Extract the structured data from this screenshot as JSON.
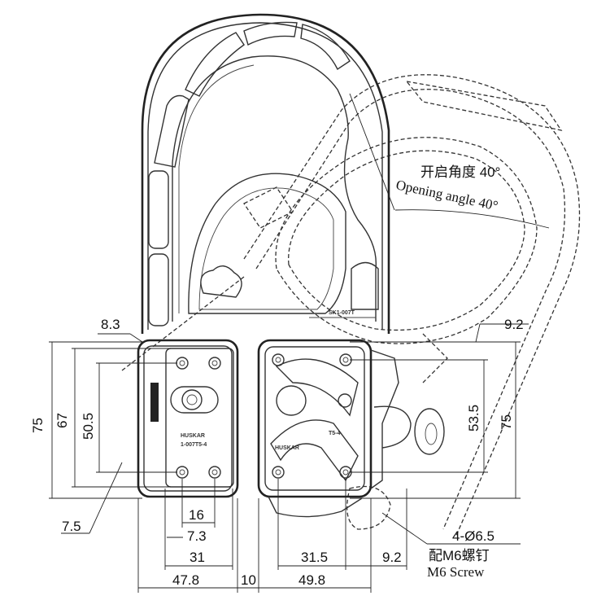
{
  "dimensions": {
    "top_left": "8.3",
    "top_right": "9.2",
    "left_outer": "75",
    "left_mid": "67",
    "left_inner": "50.5",
    "right_inner": "53.5",
    "right_outer": "75",
    "bottom_7_5": "7.5",
    "bottom_16": "16",
    "bottom_7_3": "7.3",
    "bottom_31": "31",
    "bottom_31_5": "31.5",
    "bottom_9_2": "9.2",
    "bottom_47_8": "47.8",
    "bottom_10": "10",
    "bottom_49_8": "49.8"
  },
  "annotations": {
    "opening_angle_cn": "开启角度 40°",
    "opening_angle_en": "Opening angle 40°",
    "hole_spec": "4-Ø6.5",
    "screw_cn": "配M6螺钉",
    "screw_en": "M6 Screw"
  },
  "part_marks": {
    "shackle_mark": "SK1-007T",
    "left_plate_mark": "1-007T5-4",
    "left_brand": "HUSKAR",
    "right_brand": "HUSKAR",
    "right_mark": "T5-4"
  }
}
